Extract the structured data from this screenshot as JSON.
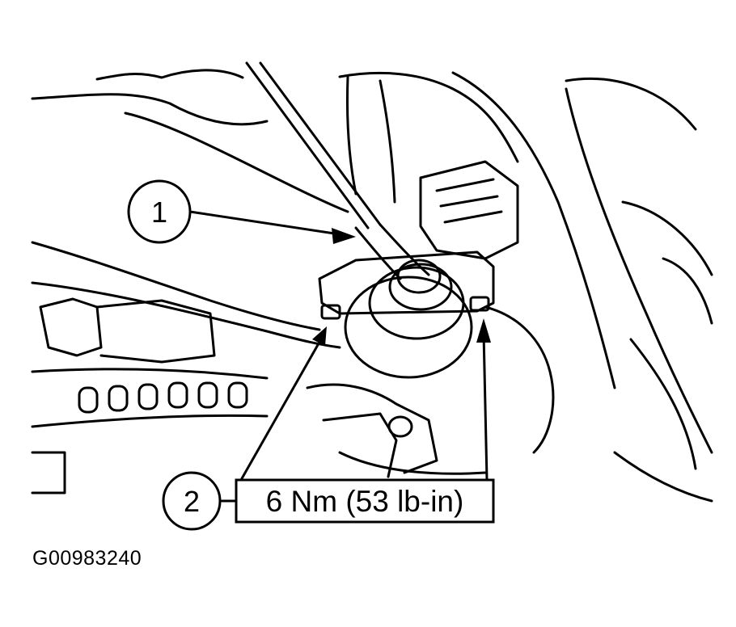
{
  "callouts": [
    {
      "number": "1"
    },
    {
      "number": "2",
      "torque_spec": "6 Nm (53 lb-in)"
    }
  ],
  "figure_id": "G00983240",
  "icons": [
    "engine-bay-line-art",
    "arrow-icon"
  ]
}
